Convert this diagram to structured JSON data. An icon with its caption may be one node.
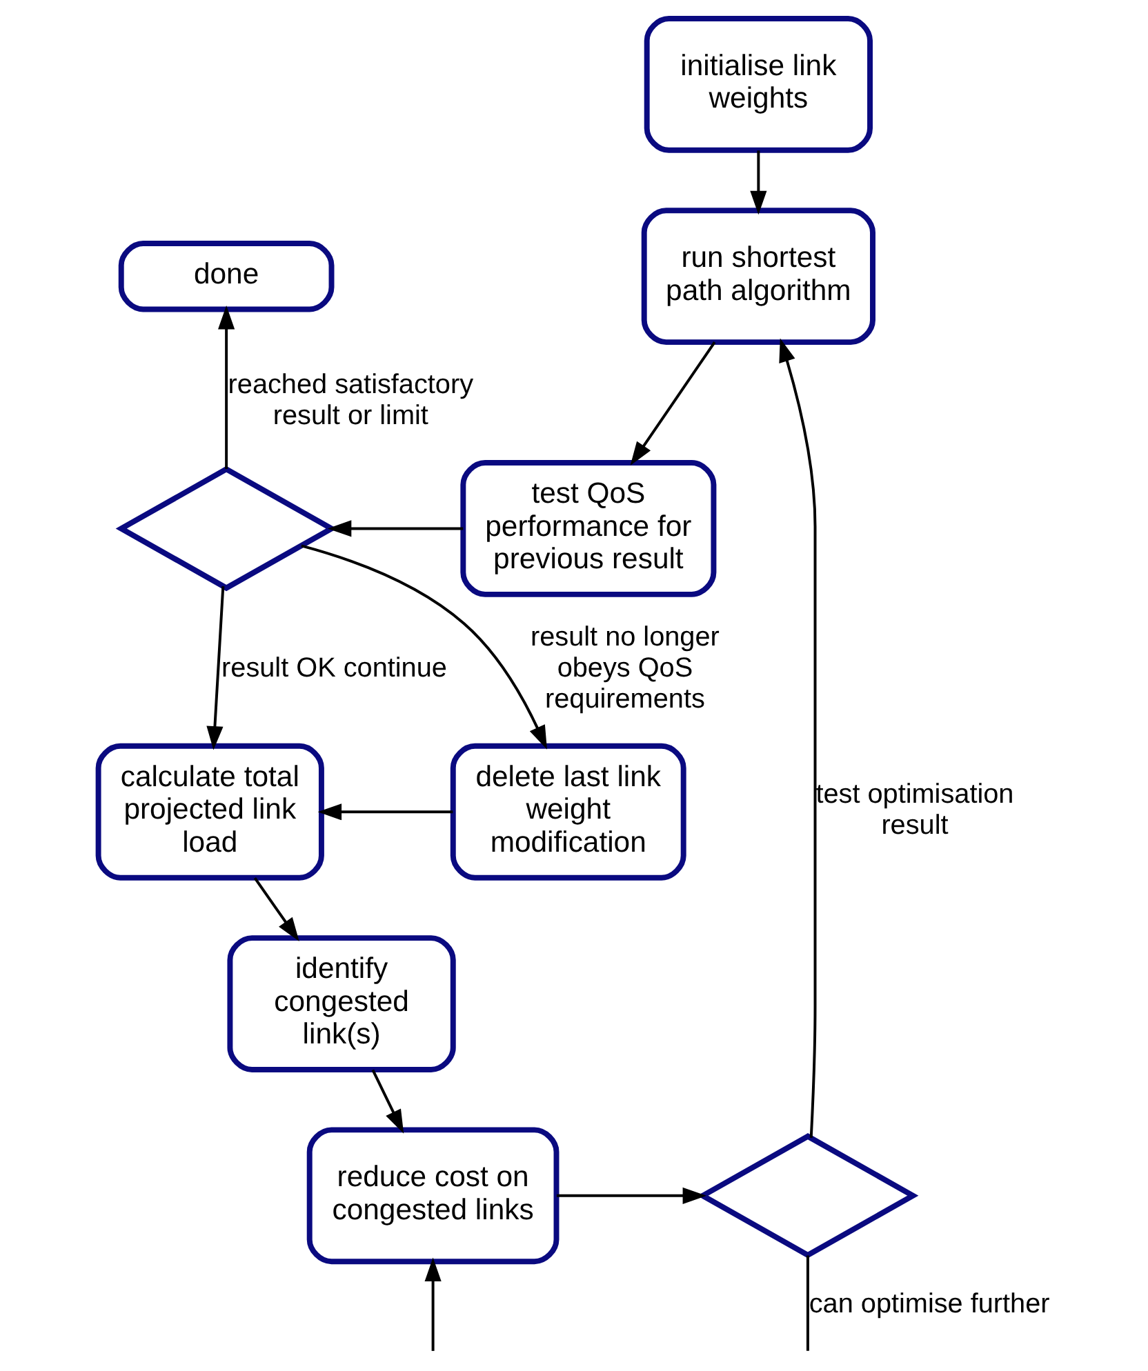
{
  "diagram": {
    "nodes": [
      {
        "text": [
          "initialise link weights"
        ]
      },
      {
        "text": [
          "run shortest path algorithm"
        ]
      },
      {
        "text": [
          "done"
        ]
      },
      {
        "text": [
          "test QoS performance for previous result"
        ]
      },
      {
        "text": [],
        "shape": "diamond"
      },
      {
        "text": [
          "calculate total projected link load"
        ]
      },
      {
        "text": [
          "delete last link weight modification"
        ]
      },
      {
        "text": [
          "identify congested link(s)"
        ]
      },
      {
        "text": [
          "reduce cost on congested links"
        ]
      },
      {
        "text": [],
        "shape": "diamond"
      }
    ],
    "edges": [
      {
        "from": 0,
        "to": 1,
        "arrow": "to"
      },
      {
        "from": 1,
        "to": 3,
        "arrow": "to"
      },
      {
        "from": 3,
        "to": 4,
        "arrow": "to"
      },
      {
        "from": 4,
        "to": 2,
        "arrow": "to",
        "label": "reached satisfactory result or limit"
      },
      {
        "from": 4,
        "to": 5,
        "arrow": "to",
        "label": "result OK continue"
      },
      {
        "from": 4,
        "to": 6,
        "arrow": "to",
        "label": "result no longer obeys QoS requirements"
      },
      {
        "from": 6,
        "to": 5,
        "arrow": "to"
      },
      {
        "from": 5,
        "to": 7,
        "arrow": "to"
      },
      {
        "from": 7,
        "to": 8,
        "arrow": "to"
      },
      {
        "from": 8,
        "to": 9,
        "arrow": "to"
      },
      {
        "from": 9,
        "to": 1,
        "arrow": "to",
        "label": "test optimisation result"
      },
      {
        "from": 9,
        "to": null,
        "arrow": "none",
        "label": "can optimise further"
      },
      {
        "from": null,
        "to": 8,
        "arrow": "to"
      }
    ]
  }
}
